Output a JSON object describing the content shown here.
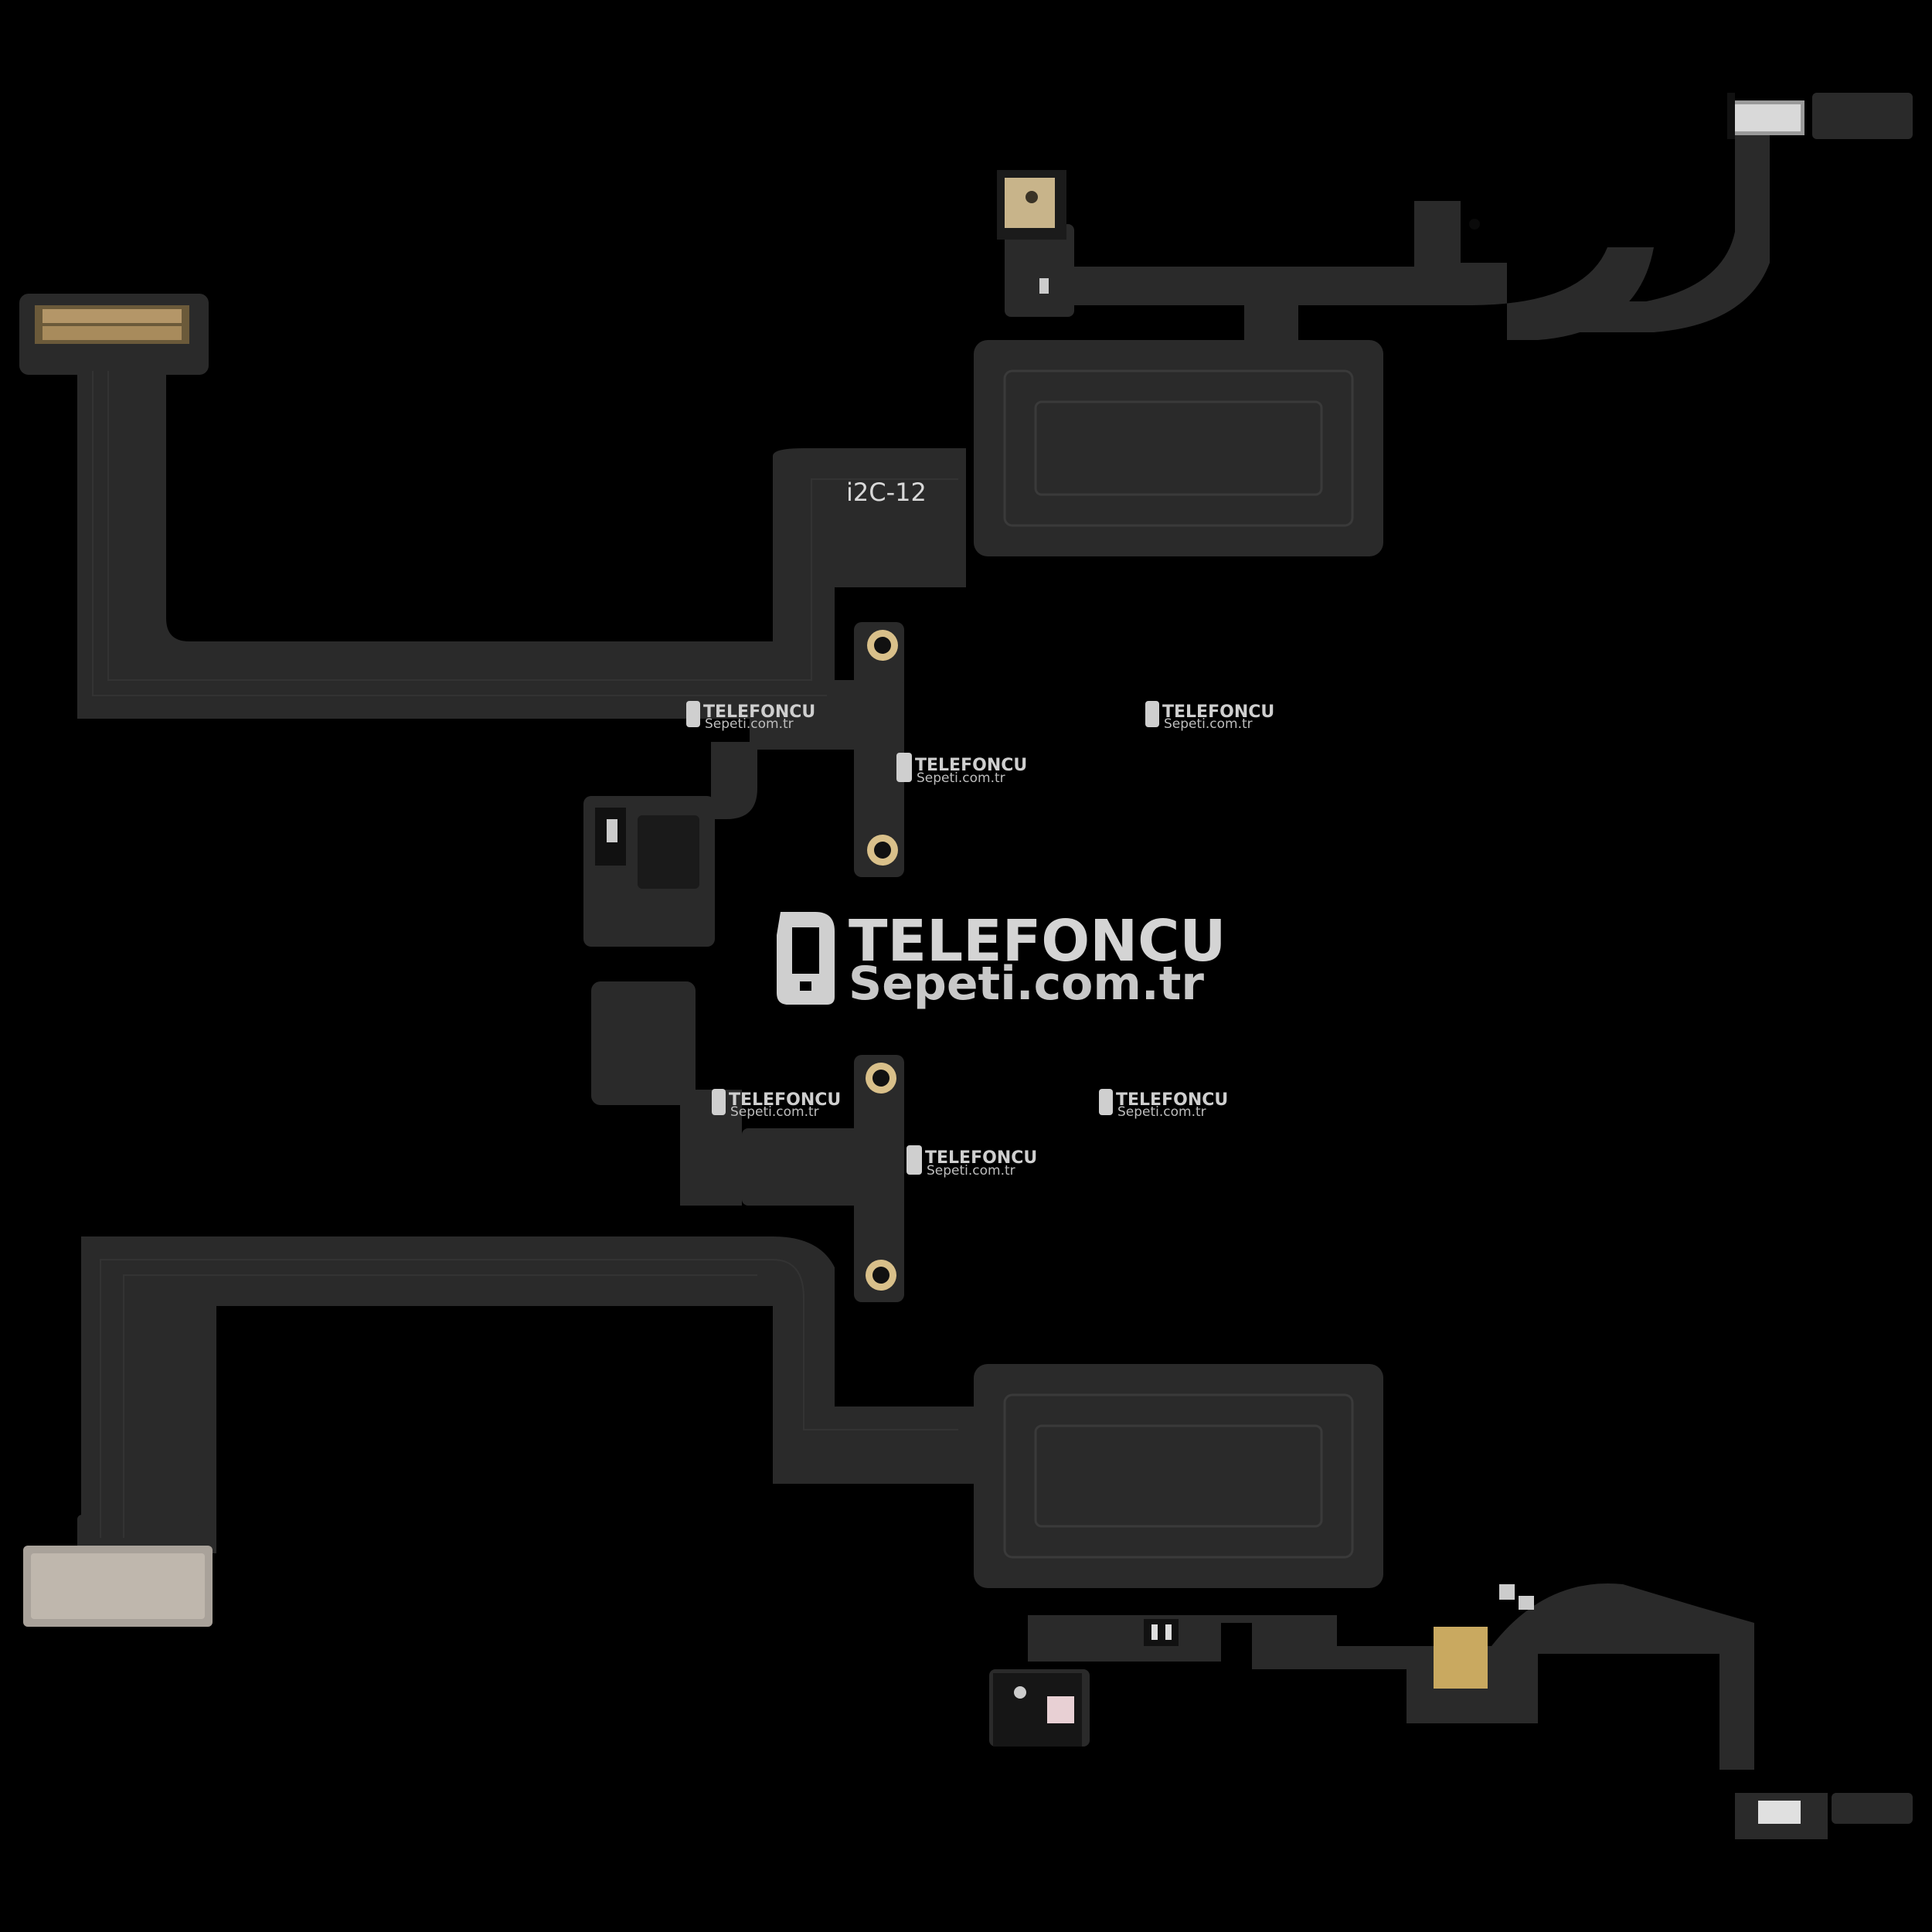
{
  "image": {
    "subject": "two flex cables on black background",
    "background_color": "#000000",
    "flex_color": "#2a2a2a"
  },
  "part_label": "i2C-12",
  "watermark": {
    "brand_line1": "TELEFONCU",
    "brand_line2": "Sepeti.com.tr"
  },
  "small_watermarks": [
    {
      "line1": "TELEFONCU",
      "line2": "Sepeti.com.tr"
    },
    {
      "line1": "TELEFONCU",
      "line2": "Sepeti.com.tr"
    },
    {
      "line1": "TELEFONCU",
      "line2": "Sepeti.com.tr"
    },
    {
      "line1": "TELEFONCU",
      "line2": "Sepeti.com.tr"
    },
    {
      "line1": "TELEFONCU",
      "line2": "Sepeti.com.tr"
    },
    {
      "line1": "TELEFONCU",
      "line2": "Sepeti.com.tr"
    }
  ]
}
